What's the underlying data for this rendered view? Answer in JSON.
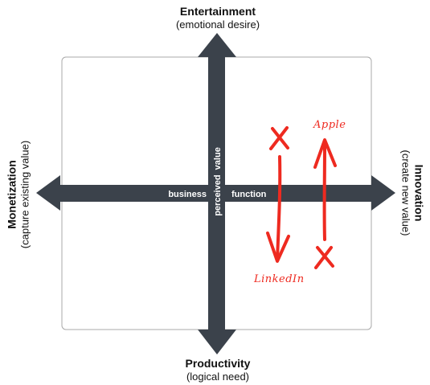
{
  "top": {
    "title": "Entertainment",
    "subtitle": "(emotional desire)"
  },
  "bottom": {
    "title": "Productivity",
    "subtitle": "(logical need)"
  },
  "left": {
    "title": "Monetization",
    "subtitle": "(capture existing value)"
  },
  "right": {
    "title": "Innovation",
    "subtitle": "(create new value)"
  },
  "axis_labels": {
    "horizontal_left": "business",
    "horizontal_right": "function",
    "vertical": "perceived  value"
  },
  "annotations": {
    "apple": "Apple",
    "linkedin": "LinkedIn"
  },
  "colors": {
    "axis": "#3b424b",
    "annotation": "#ee2a20",
    "frame": "#a9a9a9"
  }
}
